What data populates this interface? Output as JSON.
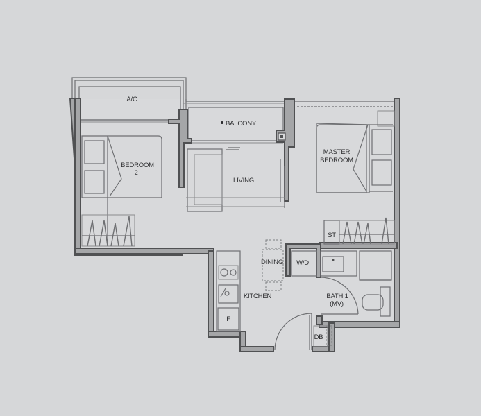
{
  "floor_plan": {
    "background_color": "#d6d7d9",
    "wall_color": "#a5a6a8",
    "rooms": [
      {
        "id": "ac",
        "label": "A/C"
      },
      {
        "id": "bedroom2",
        "label_line1": "BEDROOM",
        "label_line2": "2"
      },
      {
        "id": "balcony",
        "label": "BALCONY",
        "marker": "•"
      },
      {
        "id": "living",
        "label": "LIVING"
      },
      {
        "id": "master",
        "label_line1": "MASTER",
        "label_line2": "BEDROOM"
      },
      {
        "id": "st",
        "label": "ST"
      },
      {
        "id": "dining",
        "label": "DINING"
      },
      {
        "id": "wd",
        "label": "W/D"
      },
      {
        "id": "kitchen",
        "label": "KITCHEN"
      },
      {
        "id": "fridge",
        "label": "F"
      },
      {
        "id": "bath1",
        "label_line1": "BATH  1",
        "label_line2": "(MV)"
      },
      {
        "id": "db",
        "label": "DB"
      }
    ]
  }
}
